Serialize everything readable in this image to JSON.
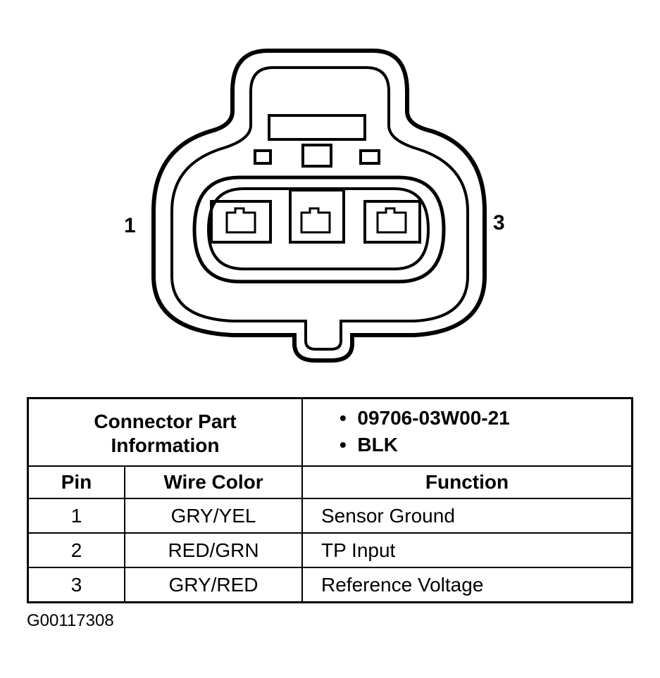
{
  "diagram": {
    "pin_labels": {
      "left": "1",
      "right": "3"
    }
  },
  "table": {
    "header_label": "Connector Part Information",
    "part_info": [
      "09706-03W00-21",
      "BLK"
    ],
    "columns": [
      "Pin",
      "Wire Color",
      "Function"
    ],
    "rows": [
      {
        "pin": "1",
        "wire_color": "GRY/YEL",
        "function": "Sensor Ground"
      },
      {
        "pin": "2",
        "wire_color": "RED/GRN",
        "function": "TP Input"
      },
      {
        "pin": "3",
        "wire_color": "GRY/RED",
        "function": "Reference Voltage"
      }
    ]
  },
  "figure_id": "G00117308"
}
